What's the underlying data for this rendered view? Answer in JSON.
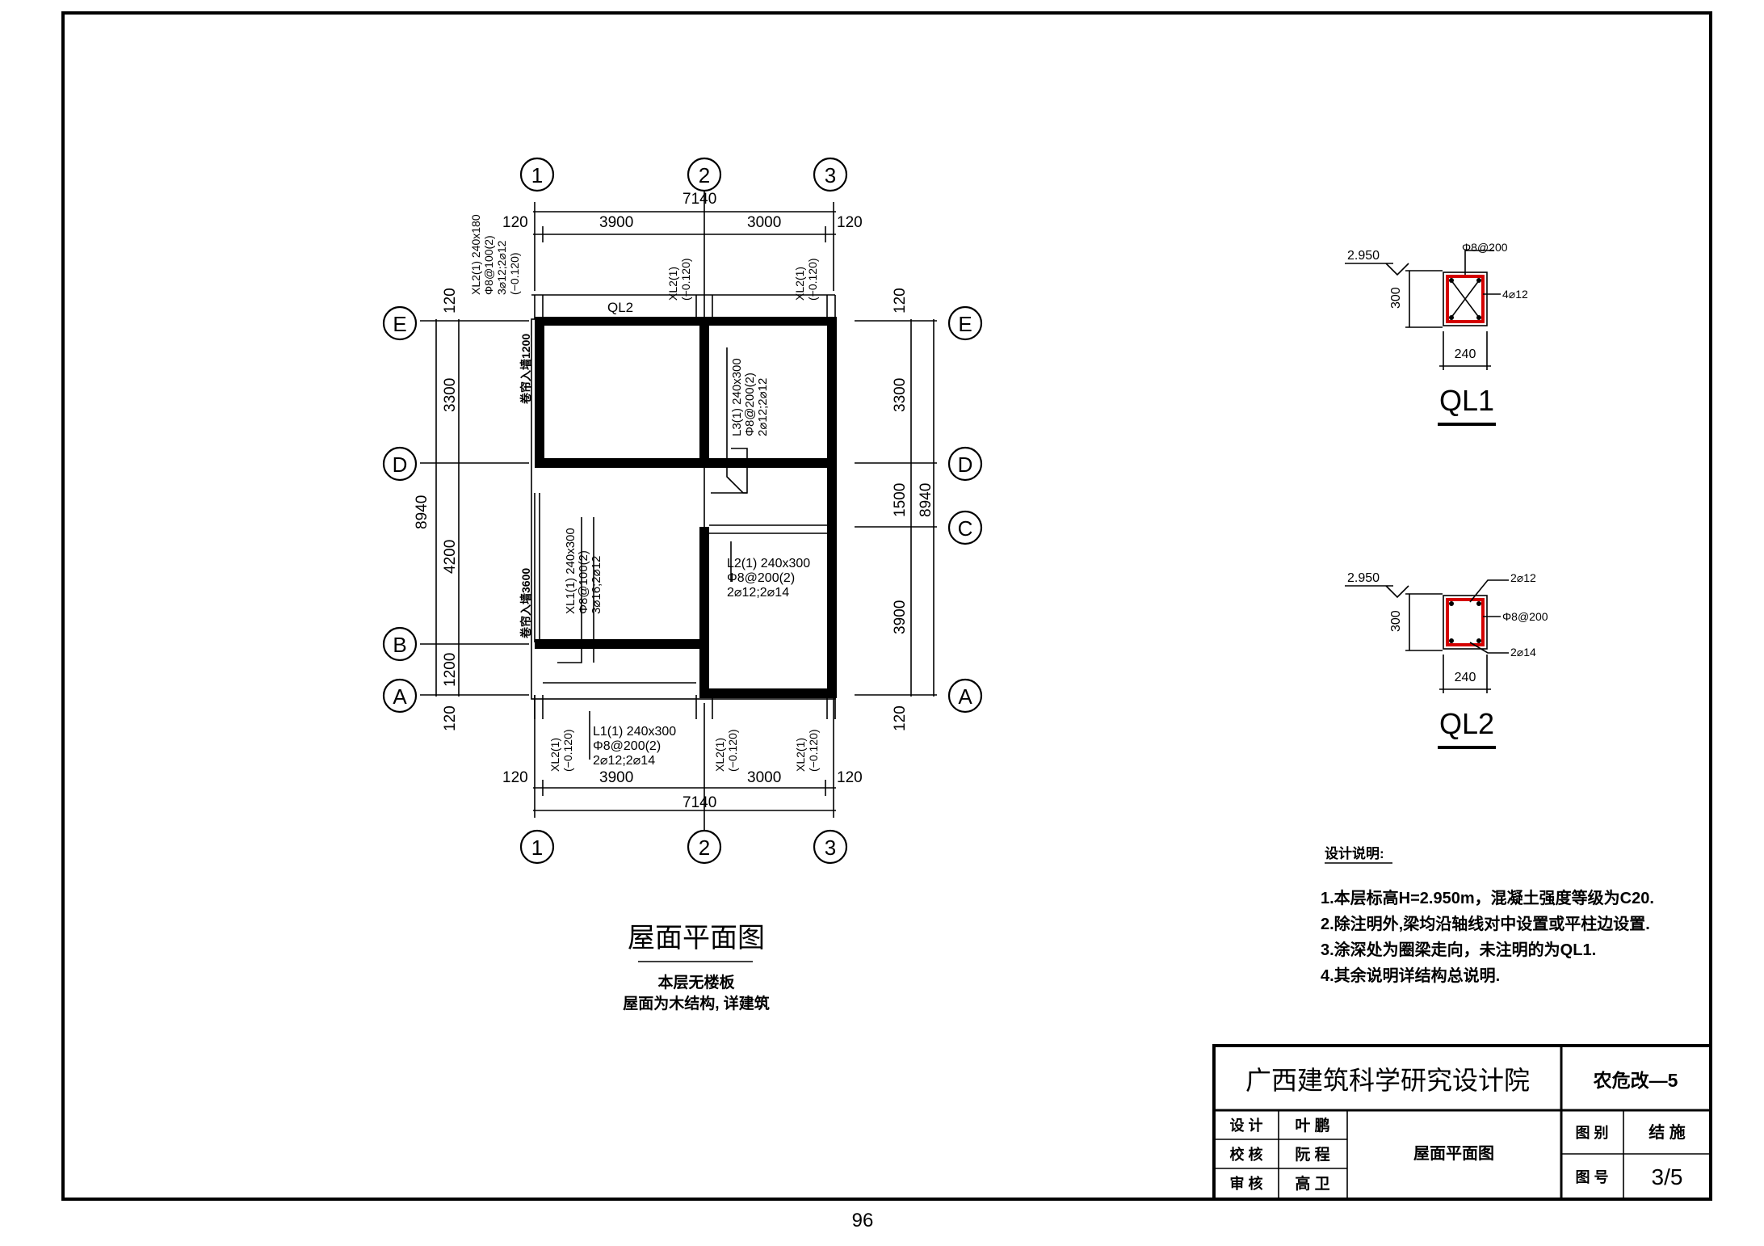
{
  "plan": {
    "axes_x": [
      "1",
      "2",
      "3"
    ],
    "axes_y": [
      "E",
      "D",
      "C",
      "B",
      "A"
    ],
    "dims_top": [
      "120",
      "3900",
      "3000",
      "120"
    ],
    "total_x": "7140",
    "dims_bottom": [
      "120",
      "3900",
      "3000",
      "120"
    ],
    "dims_left": [
      "120",
      "3300",
      "4200",
      "1200",
      "120"
    ],
    "total_y": "8940",
    "dims_right": [
      "120",
      "3300",
      "1500",
      "3900",
      "120"
    ],
    "ql2_label": "QL2",
    "beam_xl2_top_left": [
      "XL2(1) 240x180",
      "Φ8@100(2)",
      "3⌀12;2⌀12",
      "(−0.120)"
    ],
    "beam_xl2_short": [
      "XL2(1)",
      "(−0.120)"
    ],
    "beam_l3": [
      "L3(1) 240x300",
      "Φ8@200(2)",
      "2⌀12;2⌀12"
    ],
    "beam_l2": [
      "L2(1) 240x300",
      "Φ8@200(2)",
      "2⌀12;2⌀14"
    ],
    "beam_xl1": [
      "XL1(1) 240x300",
      "Φ8@100(2)",
      "3⌀16;2⌀12"
    ],
    "beam_l1": [
      "L1(1) 240x300",
      "Φ8@200(2)",
      "2⌀12;2⌀14"
    ],
    "door_1": "卷帘入墙1200",
    "door_2": "卷帘入墙3600",
    "title": "屋面平面图",
    "note_1": "本层无楼板",
    "note_2": "屋面为木结构, 详建筑"
  },
  "sections": {
    "ql1": {
      "elev": "2.950",
      "height": "300",
      "width": "240",
      "stirrup": "Φ8@200",
      "bars": "4⌀12",
      "name": "QL1"
    },
    "ql2": {
      "elev": "2.950",
      "height": "300",
      "width": "240",
      "top_bars": "2⌀12",
      "stirrup": "Φ8@200",
      "bottom_bars": "2⌀14",
      "name": "QL2"
    }
  },
  "design_notes": {
    "heading": "设计说明:",
    "items": [
      "1.本层标高H=2.950m，混凝土强度等级为C20.",
      "2.除注明外,梁均沿轴线对中设置或平柱边设置.",
      "3.涂深处为圈梁走向，未注明的为QL1.",
      "4.其余说明详结构总说明."
    ]
  },
  "title_block": {
    "institute": "广西建筑科学研究设计院",
    "project": "农危改—5",
    "row_design_label": "设 计",
    "row_design_name": "叶 鹏",
    "row_check_label": "校 核",
    "row_check_name": "阮 程",
    "row_review_label": "审 核",
    "row_review_name": "高 卫",
    "drawing_name": "屋面平面图",
    "cat_label": "图 别",
    "cat_value": "结 施",
    "num_label": "图 号",
    "num_value": "3/5"
  },
  "page_number": "96"
}
